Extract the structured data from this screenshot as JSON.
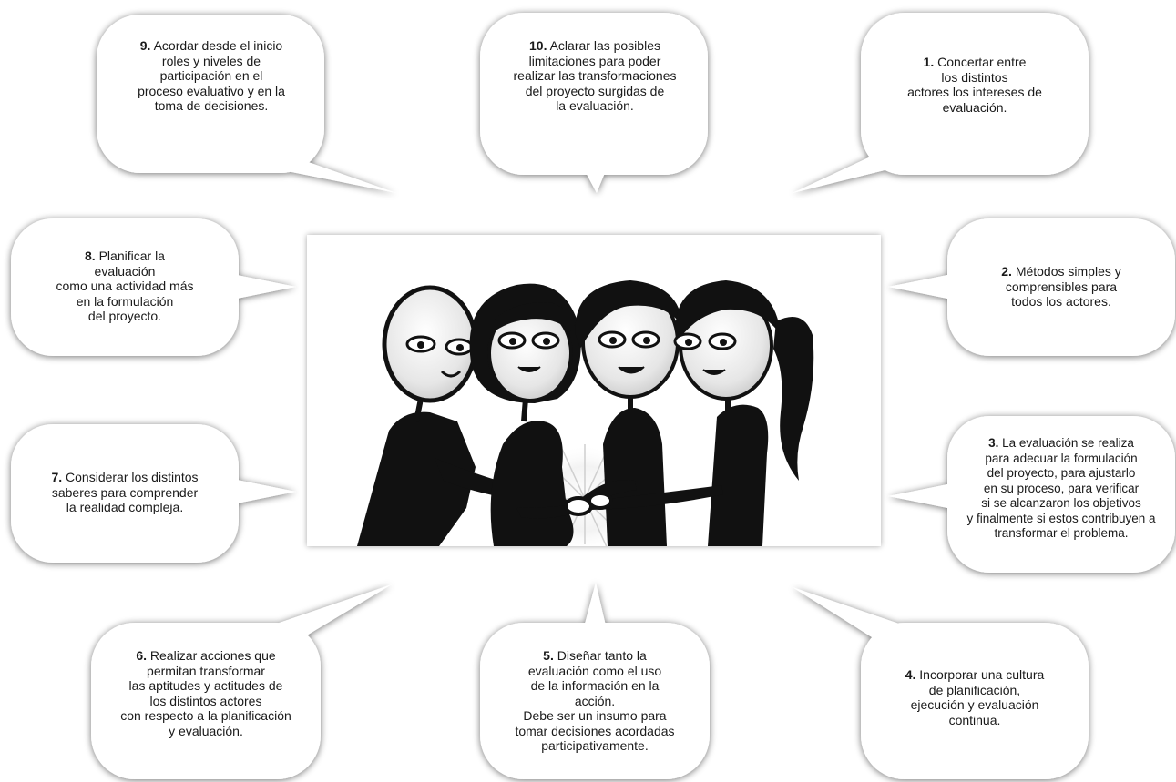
{
  "steps": [
    {
      "number": "1.",
      "text": "Concertar entre\nlos distintos\nactores los intereses de\nevaluación."
    },
    {
      "number": "2.",
      "text": "Métodos simples y\ncomprensibles para\ntodos los actores."
    },
    {
      "number": "3.",
      "text": "La evaluación se realiza\npara adecuar la formulación\ndel proyecto, para ajustarlo\nen su proceso, para verificar\nsi se alcanzaron los objetivos\ny finalmente si estos contribuyen a\ntransformar el problema."
    },
    {
      "number": "4.",
      "text": "Incorporar una cultura\nde planificación,\nejecución y evaluación\ncontinua."
    },
    {
      "number": "5.",
      "text": "Diseñar tanto la\nevaluación como el uso\nde la información en la\nacción.\nDebe ser un insumo para\ntomar decisiones acordadas\nparticipativamente."
    },
    {
      "number": "6.",
      "text": "Realizar acciones que\npermitan transformar\nlas aptitudes y actitudes de\nlos distintos actores\ncon respecto a la planificación\ny evaluación."
    },
    {
      "number": "7.",
      "text": "Considerar los distintos\nsaberes para comprender\nla realidad compleja."
    },
    {
      "number": "8.",
      "text": "Planificar la\nevaluación\ncomo una actividad más\nen la formulación\ndel proyecto."
    },
    {
      "number": "9.",
      "text": "Acordar desde el inicio\nroles y niveles de\nparticipación en el\nproceso evaluativo y en la\ntoma de decisiones."
    },
    {
      "number": "10.",
      "text": "Aclarar las posibles\nlimitaciones para poder\nrealizar las transformaciones\ndel proyecto surgidas de\nla evaluación."
    }
  ],
  "colors": {
    "bubble_fill": "#ffffff",
    "shadow": "#9a9a9a",
    "ink": "#111111"
  }
}
